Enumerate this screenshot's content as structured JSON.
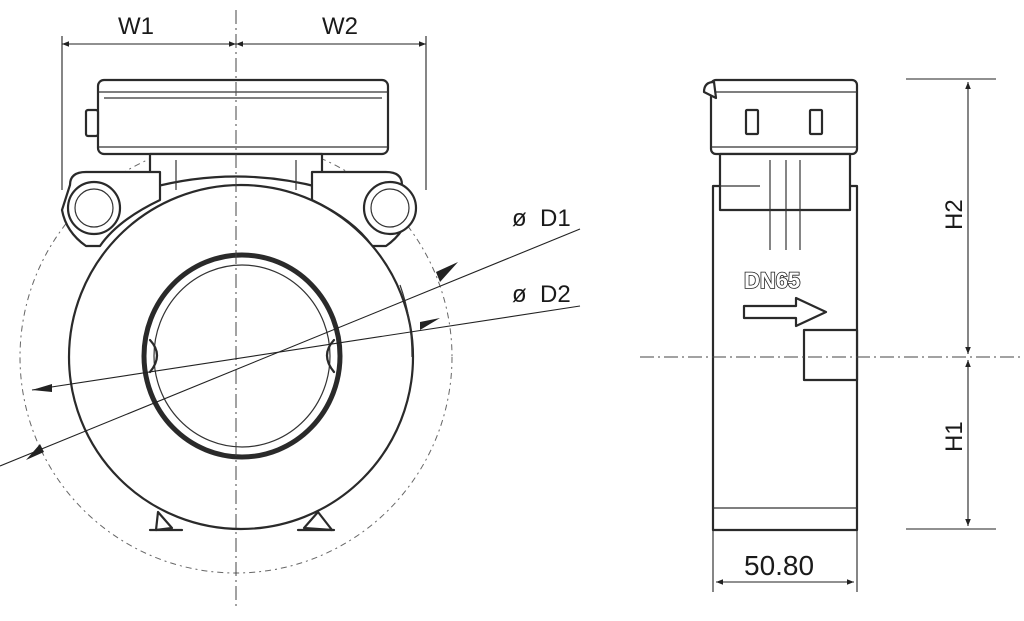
{
  "labels": {
    "w1": "W1",
    "w2": "W2",
    "d1": "ø  D1",
    "d2": "ø  D2",
    "h2": "H2",
    "h1": "H1",
    "width_value": "50.80",
    "flow_marking": "DN65"
  },
  "colors": {
    "line": "#2a2a2a",
    "background": "#ffffff"
  }
}
